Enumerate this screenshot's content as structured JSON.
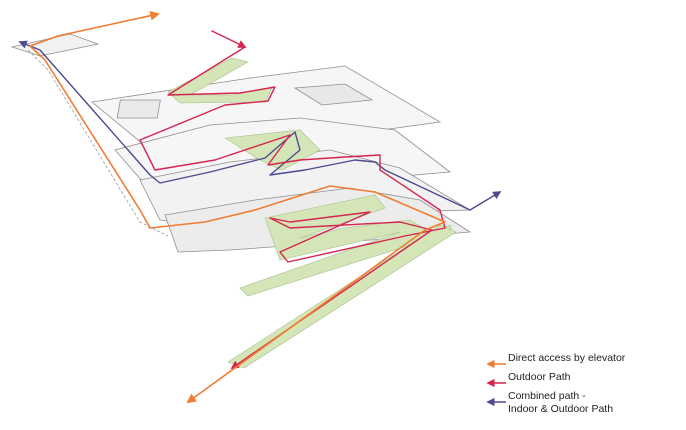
{
  "colors": {
    "elevator": "#ef7d32",
    "outdoor": "#d6254f",
    "combined": "#4d4a8e",
    "green_zone": "#d4e6b8",
    "floor_fill": "#f5f5f5",
    "floor_stroke": "#8a8a8a"
  },
  "legend": {
    "items": [
      {
        "key": "elevator",
        "label": "Direct access by elevator"
      },
      {
        "key": "outdoor",
        "label": "Outdoor Path"
      },
      {
        "key": "combined",
        "label": "Combined path -",
        "label2": "Indoor & Outdoor  Path"
      }
    ]
  }
}
